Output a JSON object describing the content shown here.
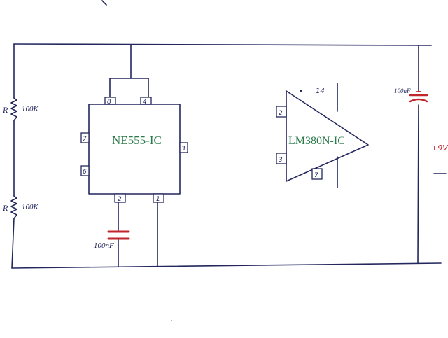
{
  "schematic": {
    "timer_ic": {
      "label": "NE555-IC",
      "pins": {
        "p8": "8",
        "p4": "4",
        "p7": "7",
        "p6": "6",
        "p3": "3",
        "p2": "2",
        "p1": "1"
      }
    },
    "amp_ic": {
      "label": "LM380N-IC",
      "pins": {
        "p2": "2",
        "p3": "3",
        "p7": "7",
        "p14": "14"
      }
    },
    "resistor_top": {
      "symbol": "R",
      "value": "100K"
    },
    "resistor_bottom": {
      "symbol": "R",
      "value": "100K"
    },
    "timing_capacitor": {
      "value": "100nF"
    },
    "supply_capacitor": {
      "value": "100uF",
      "polarity": "+"
    },
    "battery": {
      "value": "+9V"
    },
    "colors": {
      "wire": "#23275e",
      "ic_label": "#2a7a4a",
      "capacitor": "#c0262c"
    }
  }
}
